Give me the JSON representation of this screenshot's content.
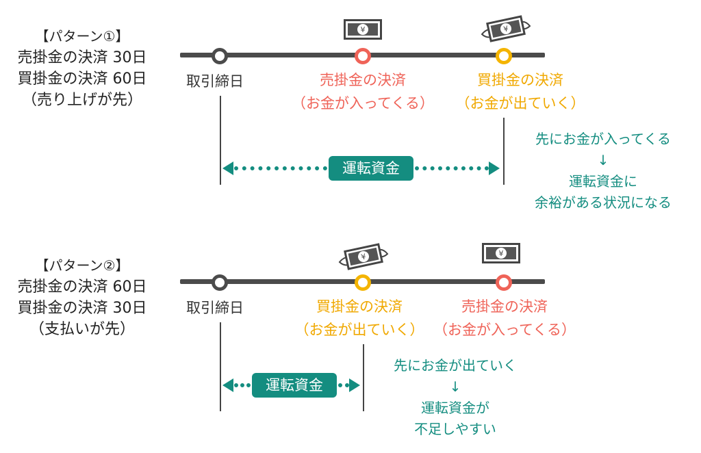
{
  "colors": {
    "timeline": "#4b4b4b",
    "receive": "#ef6358",
    "pay": "#f0a800",
    "working_capital": "#148d80"
  },
  "pattern1": {
    "title": "【パターン①】",
    "line1": "売掛金の決済 30日",
    "line2": "買掛金の決済 60日",
    "line3": "（売り上げが先）",
    "start_label": "取引締日",
    "event1": {
      "name": "売掛金の決済",
      "sub": "（お金が入ってくる）",
      "icon": "banknote-icon"
    },
    "event2": {
      "name": "買掛金の決済",
      "sub": "（お金が出ていく）",
      "icon": "flying-banknote-icon"
    },
    "badge": "運転資金",
    "note": {
      "line1": "先にお金が入ってくる",
      "arrow": "↓",
      "line2": "運転資金に",
      "line3": "余裕がある状況になる"
    }
  },
  "pattern2": {
    "title": "【パターン②】",
    "line1": "売掛金の決済 60日",
    "line2": "買掛金の決済 30日",
    "line3": "（支払いが先）",
    "start_label": "取引締日",
    "event1": {
      "name": "買掛金の決済",
      "sub": "（お金が出ていく）",
      "icon": "flying-banknote-icon"
    },
    "event2": {
      "name": "売掛金の決済",
      "sub": "（お金が入ってくる）",
      "icon": "banknote-icon"
    },
    "badge": "運転資金",
    "note": {
      "line1": "先にお金が出ていく",
      "arrow": "↓",
      "line2": "運転資金が",
      "line3": "不足しやすい"
    }
  }
}
